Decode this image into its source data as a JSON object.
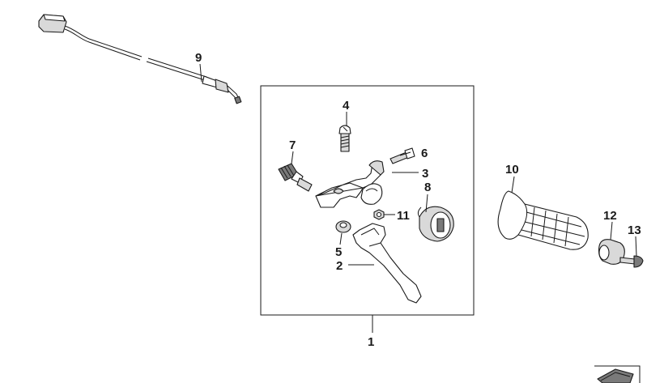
{
  "diagram": {
    "callouts": [
      {
        "id": "1",
        "label": "1"
      },
      {
        "id": "2",
        "label": "2"
      },
      {
        "id": "3",
        "label": "3"
      },
      {
        "id": "4",
        "label": "4"
      },
      {
        "id": "5",
        "label": "5"
      },
      {
        "id": "6",
        "label": "6"
      },
      {
        "id": "7",
        "label": "7"
      },
      {
        "id": "8",
        "label": "8"
      },
      {
        "id": "9",
        "label": "9"
      },
      {
        "id": "10",
        "label": "10"
      },
      {
        "id": "11",
        "label": "11"
      },
      {
        "id": "12",
        "label": "12"
      },
      {
        "id": "13",
        "label": "13"
      }
    ],
    "colors": {
      "line": "#1a1a1a",
      "shade": "#d9d9d9",
      "dark": "#7a7a7a",
      "background": "#ffffff"
    }
  }
}
